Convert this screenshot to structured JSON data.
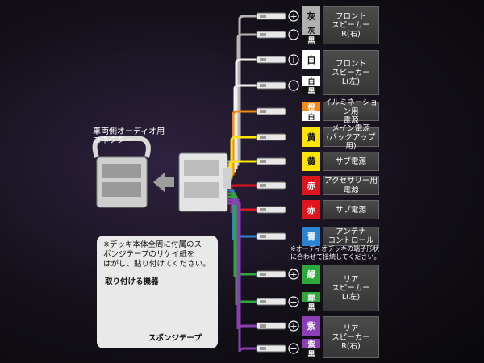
{
  "connector_label": "車両側オーディオ用\nコネクター",
  "outputs": [
    {
      "badge": "灰",
      "badge_color": "#b0b0b0",
      "badge_text_color": "#111",
      "desc": "フロント\nスピーカー\nR(右)",
      "polarity": "+",
      "wire_color": "#b5b5b5"
    },
    {
      "badge": "灰",
      "badge_color": "#b0b0b0",
      "badge_text_color": "#111",
      "badge2": "黒",
      "desc": "フロント\nスピーカー\nR(右)",
      "polarity": "−",
      "wire_color": "#b5b5b5"
    },
    {
      "badge": "白",
      "badge_color": "#ffffff",
      "badge_text_color": "#111",
      "desc": "フロント\nスピーカー\nL(左)",
      "polarity": "+",
      "wire_color": "#f2f2f2"
    },
    {
      "badge": "白",
      "badge_color": "#ffffff",
      "badge_text_color": "#111",
      "badge2": "黒",
      "desc": "フロント\nスピーカー\nL(左)",
      "polarity": "−",
      "wire_color": "#f2f2f2"
    },
    {
      "badge": "橙",
      "badge_color": "#f08a1c",
      "badge_text_color": "#fff",
      "badge2": "白",
      "desc": "イルミネーション用\n電源",
      "wire_color": "#f08a1c"
    },
    {
      "badge": "黄",
      "badge_color": "#ffe400",
      "badge_text_color": "#111",
      "desc": "メイン電源\n(バックアップ用)",
      "wire_color": "#ffe400"
    },
    {
      "badge": "黄",
      "badge_color": "#ffe400",
      "badge_text_color": "#111",
      "desc": "サブ電源",
      "wire_color": "#ffe400"
    },
    {
      "badge": "赤",
      "badge_color": "#e0141c",
      "badge_text_color": "#fff",
      "desc": "アクセサリー用\n電源",
      "wire_color": "#e0141c"
    },
    {
      "badge": "赤",
      "badge_color": "#e0141c",
      "badge_text_color": "#fff",
      "desc": "サブ電源",
      "wire_color": "#e0141c"
    },
    {
      "badge": "青",
      "badge_color": "#2a84d2",
      "badge_text_color": "#fff",
      "desc": "アンテナ\nコントロール",
      "wire_color": "#2a84d2"
    },
    {
      "badge": "緑",
      "badge_color": "#2ea83a",
      "badge_text_color": "#fff",
      "desc": "リア\nスピーカー\nL(左)",
      "polarity": "+",
      "wire_color": "#2ea83a"
    },
    {
      "badge": "緑",
      "badge_color": "#2ea83a",
      "badge_text_color": "#fff",
      "badge2": "黒",
      "desc": "リア\nスピーカー\nL(左)",
      "polarity": "−",
      "wire_color": "#2ea83a"
    },
    {
      "badge": "紫",
      "badge_color": "#8a3fb5",
      "badge_text_color": "#fff",
      "desc": "リア\nスピーカー\nR(右)",
      "polarity": "+",
      "wire_color": "#8a3fb5"
    },
    {
      "badge": "紫",
      "badge_color": "#8a3fb5",
      "badge_text_color": "#fff",
      "badge2": "黒",
      "desc": "リア\nスピーカー\nR(右)",
      "polarity": "−",
      "wire_color": "#8a3fb5"
    }
  ],
  "antenna_note": "※オーディオデッキの端子形状\nに合わせて接続してください。",
  "note": {
    "text": "※デッキ本体全周に付属のス\nポンジテープのリケイ紙を\nはがし、貼り付けてください。",
    "device_label": "取り付ける機器",
    "tape_label": "スポンジテープ"
  }
}
